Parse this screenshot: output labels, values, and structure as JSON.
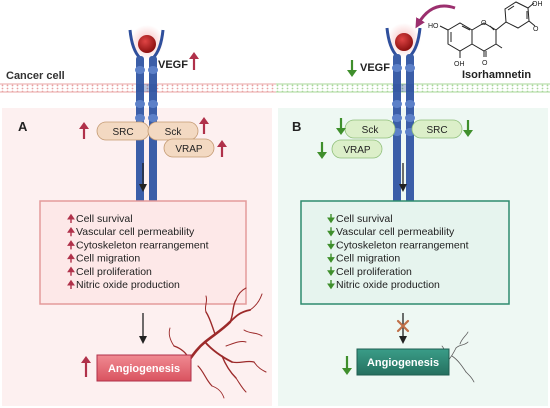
{
  "labels": {
    "cancer_cell": "Cancer cell",
    "panel_a": "A",
    "panel_b": "B",
    "vegf_left": "VEGF",
    "vegf_right": "VEGF",
    "compound": "Isorhamnetin"
  },
  "molecule_atoms": {
    "oh_top_right": "OH",
    "ho_left": "HO",
    "o_ring": "O",
    "o_methoxy": "O",
    "oh_bottom": "OH",
    "o_carbonyl": "O"
  },
  "panel_a": {
    "proteins": [
      "SRC",
      "Sck",
      "VRAP"
    ],
    "effects": [
      "Cell survival",
      "Vascular cell permeability",
      "Cytoskeleton rearrangement",
      "Cell migration",
      "Cell proliferation",
      "Nitric oxide production"
    ],
    "outcome": "Angiogenesis",
    "direction": "up"
  },
  "panel_b": {
    "proteins": [
      "Sck",
      "SRC",
      "VRAP"
    ],
    "effects": [
      "Cell survival",
      "Vascular cell permeability",
      "Cytoskeleton rearrangement",
      "Cell migration",
      "Cell proliferation",
      "Nitric oxide production"
    ],
    "outcome": "Angiogenesis",
    "direction": "down"
  },
  "colors": {
    "panel_a_bg": "#fdf0f0",
    "panel_b_bg": "#eef8f3",
    "up_arrow": "#b0314a",
    "down_arrow": "#3f8f2c",
    "receptor": "#2f4f9c",
    "vegf_ball": "#b22222",
    "effects_a_border": "#e39a9a",
    "effects_b_border": "#2e8b6e",
    "angio_a_fill": "#e8717b",
    "angio_b_fill": "#2f8a78",
    "protein_a_fill": "#f3d9c2",
    "protein_b_fill": "#dcefc9"
  }
}
